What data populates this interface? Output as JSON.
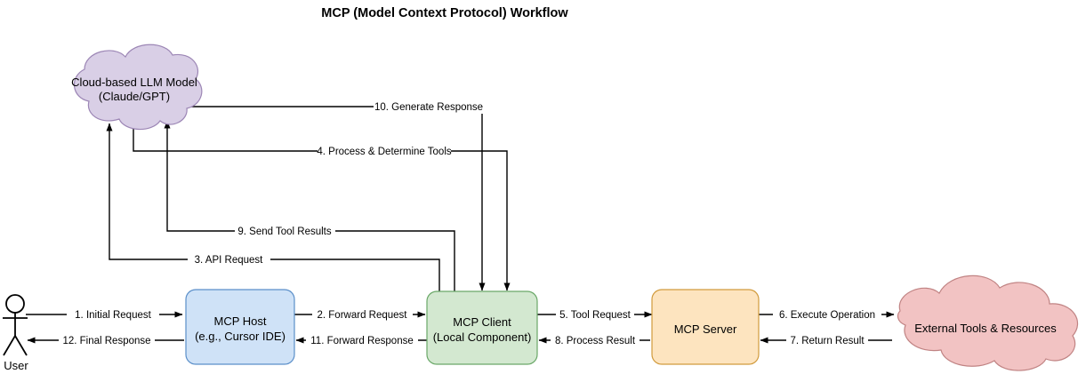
{
  "title": "MCP (Model Context Protocol) Workflow",
  "nodes": {
    "llm_cloud": {
      "label_line1": "Cloud-based LLM Model",
      "label_line2": "(Claude/GPT)",
      "fill": "#d9cfe6",
      "stroke": "#9c86b5",
      "shape": "cloud"
    },
    "user": {
      "label": "User",
      "shape": "actor"
    },
    "mcp_host": {
      "label_line1": "MCP Host",
      "label_line2": "(e.g., Cursor IDE)",
      "fill": "#cfe2f7",
      "stroke": "#5b8fc9",
      "shape": "rounded-rect"
    },
    "mcp_client": {
      "label_line1": "MCP Client",
      "label_line2": "(Local Component)",
      "fill": "#d3e8d0",
      "stroke": "#6aa868",
      "shape": "rounded-rect"
    },
    "mcp_server": {
      "label": "MCP Server",
      "fill": "#fde4bf",
      "stroke": "#d19b3d",
      "shape": "rounded-rect"
    },
    "external_tools": {
      "label": "External Tools & Resources",
      "fill": "#f2c3c3",
      "stroke": "#c08383",
      "shape": "cloud"
    }
  },
  "edges": [
    {
      "id": "e1",
      "label": "1. Initial Request",
      "from": "user",
      "to": "mcp_host"
    },
    {
      "id": "e2",
      "label": "2. Forward Request",
      "from": "mcp_host",
      "to": "mcp_client"
    },
    {
      "id": "e3",
      "label": "3. API Request",
      "from": "mcp_client",
      "to": "llm_cloud"
    },
    {
      "id": "e4",
      "label": "4. Process & Determine Tools",
      "from": "llm_cloud",
      "to": "mcp_client"
    },
    {
      "id": "e5",
      "label": "5. Tool Request",
      "from": "mcp_client",
      "to": "mcp_server"
    },
    {
      "id": "e6",
      "label": "6. Execute Operation",
      "from": "mcp_server",
      "to": "external_tools"
    },
    {
      "id": "e7",
      "label": "7. Return Result",
      "from": "external_tools",
      "to": "mcp_server"
    },
    {
      "id": "e8",
      "label": "8. Process Result",
      "from": "mcp_server",
      "to": "mcp_client"
    },
    {
      "id": "e9",
      "label": "9. Send Tool Results",
      "from": "mcp_client",
      "to": "llm_cloud"
    },
    {
      "id": "e10",
      "label": "10. Generate Response",
      "from": "llm_cloud",
      "to": "mcp_client"
    },
    {
      "id": "e11",
      "label": "11. Forward Response",
      "from": "mcp_client",
      "to": "mcp_host"
    },
    {
      "id": "e12",
      "label": "12. Final Response",
      "from": "mcp_host",
      "to": "user"
    }
  ],
  "colors": {
    "line": "#000000",
    "background": "#ffffff",
    "text": "#000000"
  }
}
